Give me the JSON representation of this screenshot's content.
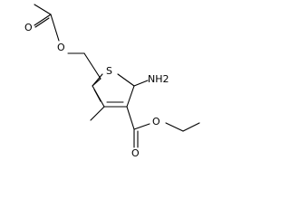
{
  "atom_labels": {
    "ester_ether_oxygen": "O",
    "acetyl_carbonyl_oxygen": "O",
    "ring_sulfur": "S",
    "amino_group": "NH2",
    "carboxylate_carbonyl_oxygen": "O",
    "carboxylate_ether_oxygen": "O"
  }
}
